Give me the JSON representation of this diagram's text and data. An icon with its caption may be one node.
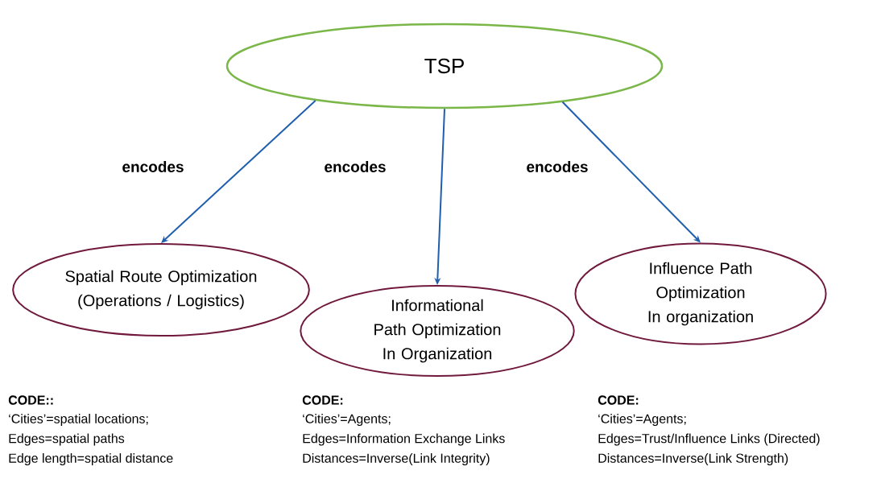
{
  "diagram": {
    "nodes": [
      {
        "text": [
          "TSP"
        ]
      },
      {
        "text": [
          "Spatial Route Optimization (Operations / Logistics)"
        ]
      },
      {
        "text": [
          "Informational Path Optimization In Organization"
        ]
      },
      {
        "text": [
          "Influence Path Optimization In organization"
        ]
      }
    ],
    "edges": [
      {
        "from": 0,
        "to": 1,
        "arrow": "to",
        "label": "encodes"
      },
      {
        "from": 0,
        "to": 2,
        "arrow": "to",
        "label": "encodes"
      },
      {
        "from": 0,
        "to": 3,
        "arrow": "to",
        "label": "encodes"
      }
    ],
    "labels": [
      "**CODE:**:",
      "‘Cities’=spatial locations;",
      "Edges=spatial paths",
      "Edge length=spatial distance",
      "CODE:",
      "‘Cities’=Agents;",
      "Edges=Information Exchange Links",
      "Distances=Inverse(Link Integrity)",
      "CODE:",
      "‘Cities’=Agents;",
      "Edges=Trust/Influence Links (Directed)",
      "Distances=Inverse(Link Strength)"
    ]
  }
}
